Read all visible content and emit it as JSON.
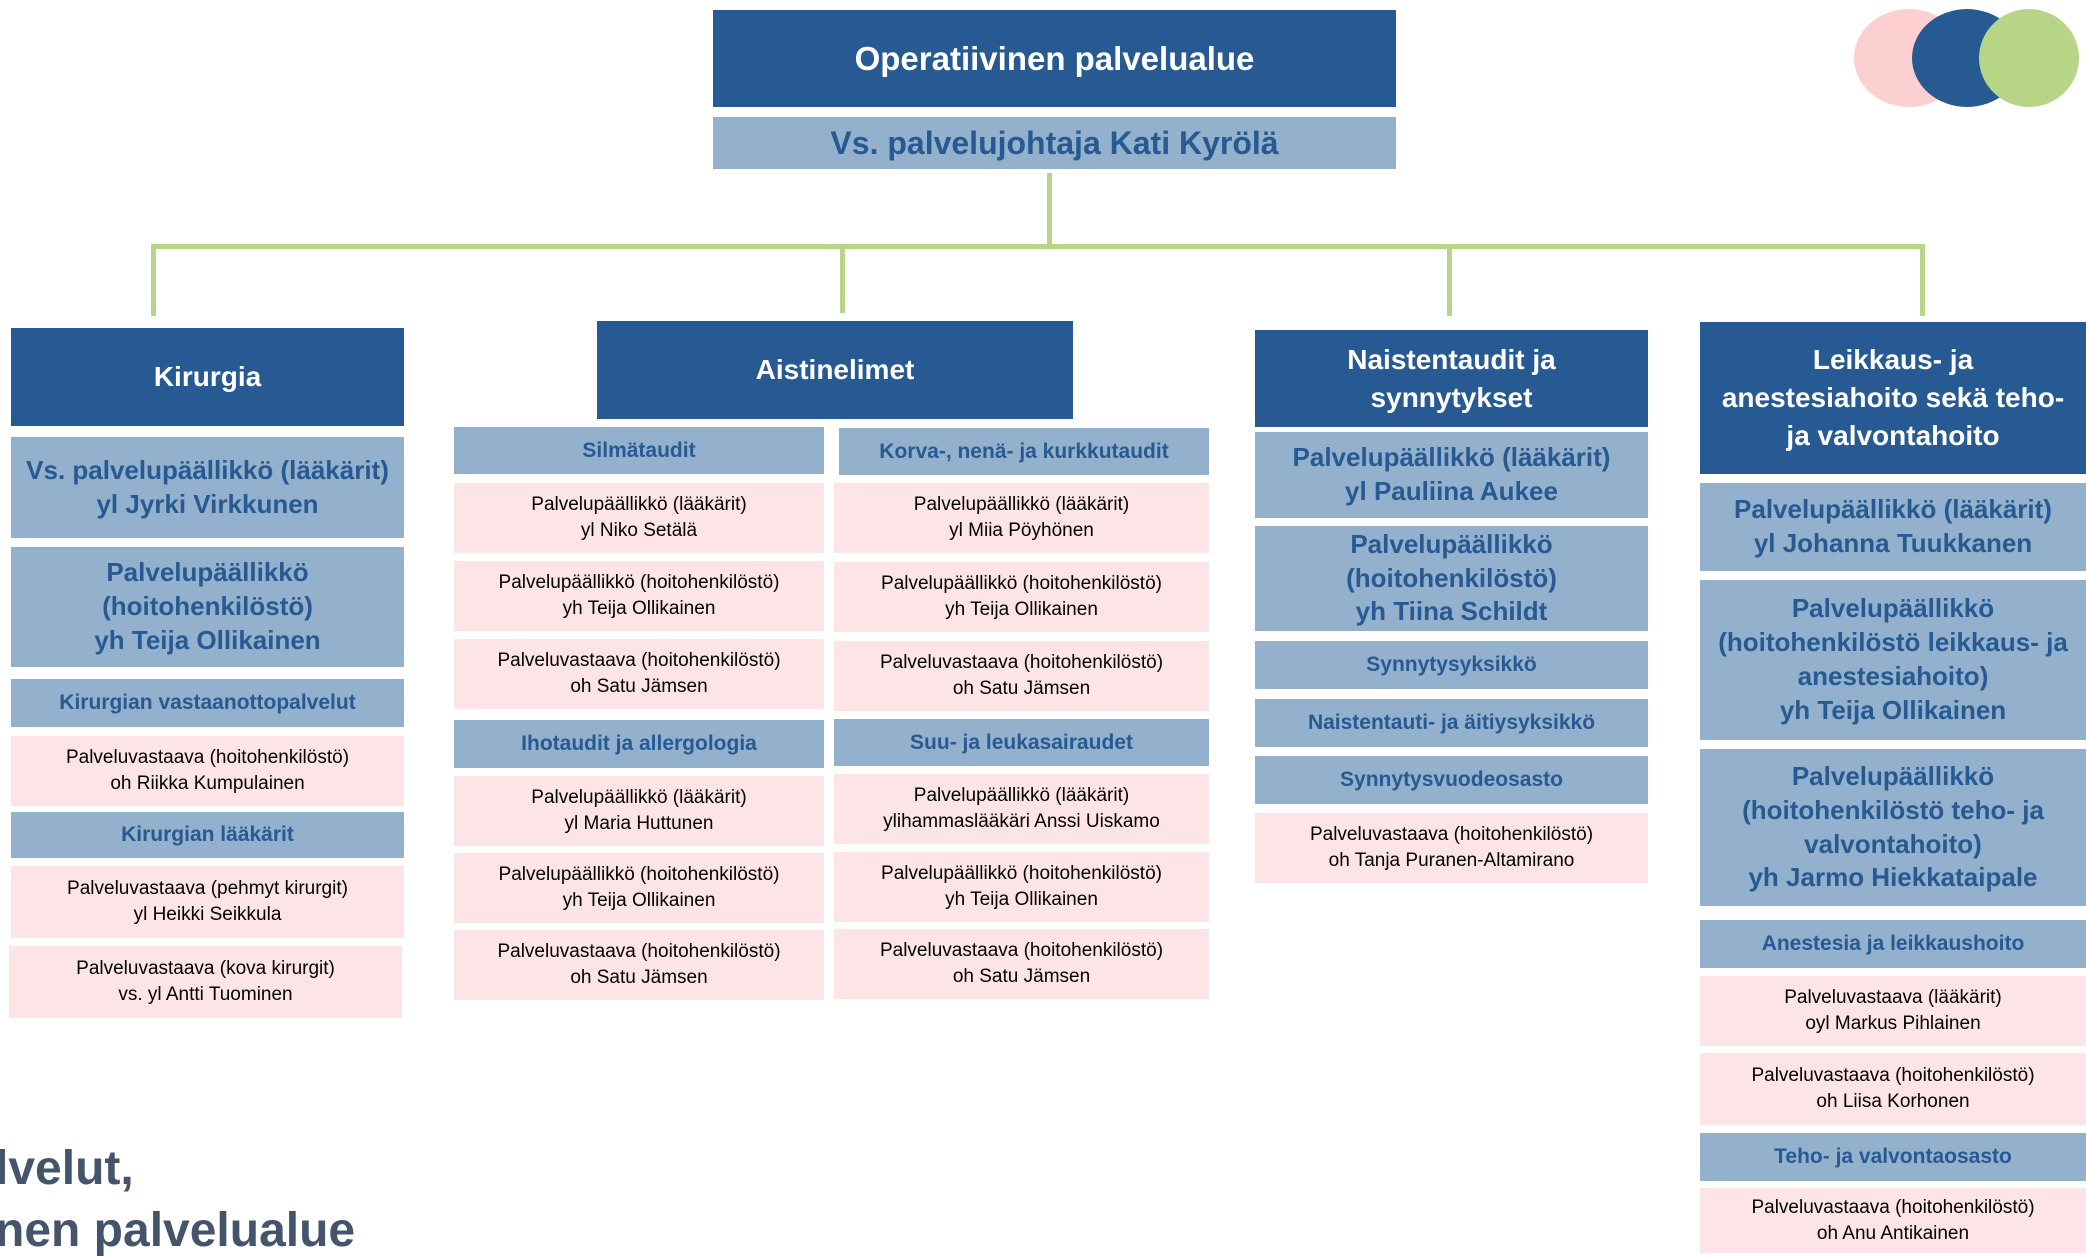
{
  "header": {
    "title": "Operatiivinen palvelualue",
    "leader": "Vs. palvelujohtaja Kati Kyrölä"
  },
  "colors": {
    "dark_blue": "#275a93",
    "light_blue": "#93b0cc",
    "pink": "#fde4e6",
    "green_line": "#b7d586"
  },
  "columns": {
    "kirurgia": {
      "title": "Kirurgia",
      "leads": [
        "Vs. palvelupäällikkö (lääkärit)\nyl Jyrki Virkkunen",
        "Palvelupäällikkö\n(hoitohenkilöstö)\nyh Teija Ollikainen"
      ],
      "units": [
        {
          "name": "Kirurgian vastaanottopalvelut",
          "staff": [
            "Palveluvastaava (hoitohenkilöstö)\noh Riikka Kumpulainen"
          ]
        },
        {
          "name": "Kirurgian lääkärit",
          "staff": [
            "Palveluvastaava (pehmyt kirurgit)\nyl Heikki Seikkula",
            "Palveluvastaava (kova kirurgit)\nvs. yl Antti Tuominen"
          ]
        }
      ]
    },
    "aistinelimet": {
      "title": "Aistinelimet",
      "units": [
        {
          "name": "Silmätaudit",
          "staff": [
            "Palvelupäällikkö (lääkärit)\nyl Niko Setälä",
            "Palvelupäällikkö (hoitohenkilöstö)\nyh Teija Ollikainen",
            "Palveluvastaava (hoitohenkilöstö)\noh Satu Jämsen"
          ]
        },
        {
          "name": "Korva-, nenä- ja kurkkutaudit",
          "staff": [
            "Palvelupäällikkö (lääkärit)\nyl Miia Pöyhönen",
            "Palvelupäällikkö (hoitohenkilöstö)\nyh Teija Ollikainen",
            "Palveluvastaava (hoitohenkilöstö)\noh Satu Jämsen"
          ]
        },
        {
          "name": "Ihotaudit ja allergologia",
          "staff": [
            "Palvelupäällikkö (lääkärit)\nyl Maria Huttunen",
            "Palvelupäällikkö (hoitohenkilöstö)\nyh Teija Ollikainen",
            "Palveluvastaava (hoitohenkilöstö)\noh Satu Jämsen"
          ]
        },
        {
          "name": "Suu- ja leukasairaudet",
          "staff": [
            "Palvelupäällikkö (lääkärit)\nylihammaslääkäri Anssi Uiskamo",
            "Palvelupäällikkö (hoitohenkilöstö)\nyh Teija Ollikainen",
            "Palveluvastaava (hoitohenkilöstö)\noh Satu Jämsen"
          ]
        }
      ]
    },
    "naistentaudit": {
      "title": "Naistentaudit ja\nsynnytykset",
      "leads": [
        "Palvelupäällikkö (lääkärit)\nyl Pauliina Aukee",
        "Palvelupäällikkö\n(hoitohenkilöstö)\nyh Tiina Schildt"
      ],
      "units": [
        "Synnytysyksikkö",
        "Naistentauti- ja äitiysyksikkö",
        "Synnytysvuodeosasto"
      ],
      "staff": [
        "Palveluvastaava (hoitohenkilöstö)\noh Tanja Puranen-Altamirano"
      ]
    },
    "leikkaus": {
      "title": "Leikkaus- ja\nanestesiahoito sekä teho-\nja valvontahoito",
      "leads": [
        "Palvelupäällikkö (lääkärit)\nyl Johanna Tuukkanen",
        "Palvelupäällikkö\n(hoitohenkilöstö leikkaus- ja\nanestesiahoito)\nyh Teija Ollikainen",
        "Palvelupäällikkö\n(hoitohenkilöstö teho- ja\nvalvontahoito)\nyh Jarmo Hiekkataipale"
      ],
      "units": [
        {
          "name": "Anestesia ja leikkaushoito",
          "staff": [
            "Palveluvastaava (lääkärit)\noyl Markus Pihlainen",
            "Palveluvastaava (hoitohenkilöstö)\noh Liisa Korhonen"
          ]
        },
        {
          "name": "Teho- ja valvontaosasto",
          "staff": [
            "Palveluvastaava (hoitohenkilöstö)\noh Anu Antikainen"
          ]
        }
      ]
    }
  },
  "footer": {
    "line1": "lvelut,",
    "line2": "nen palvelualue"
  },
  "logo": {
    "icon": "three-overlapping-circles-logo"
  }
}
